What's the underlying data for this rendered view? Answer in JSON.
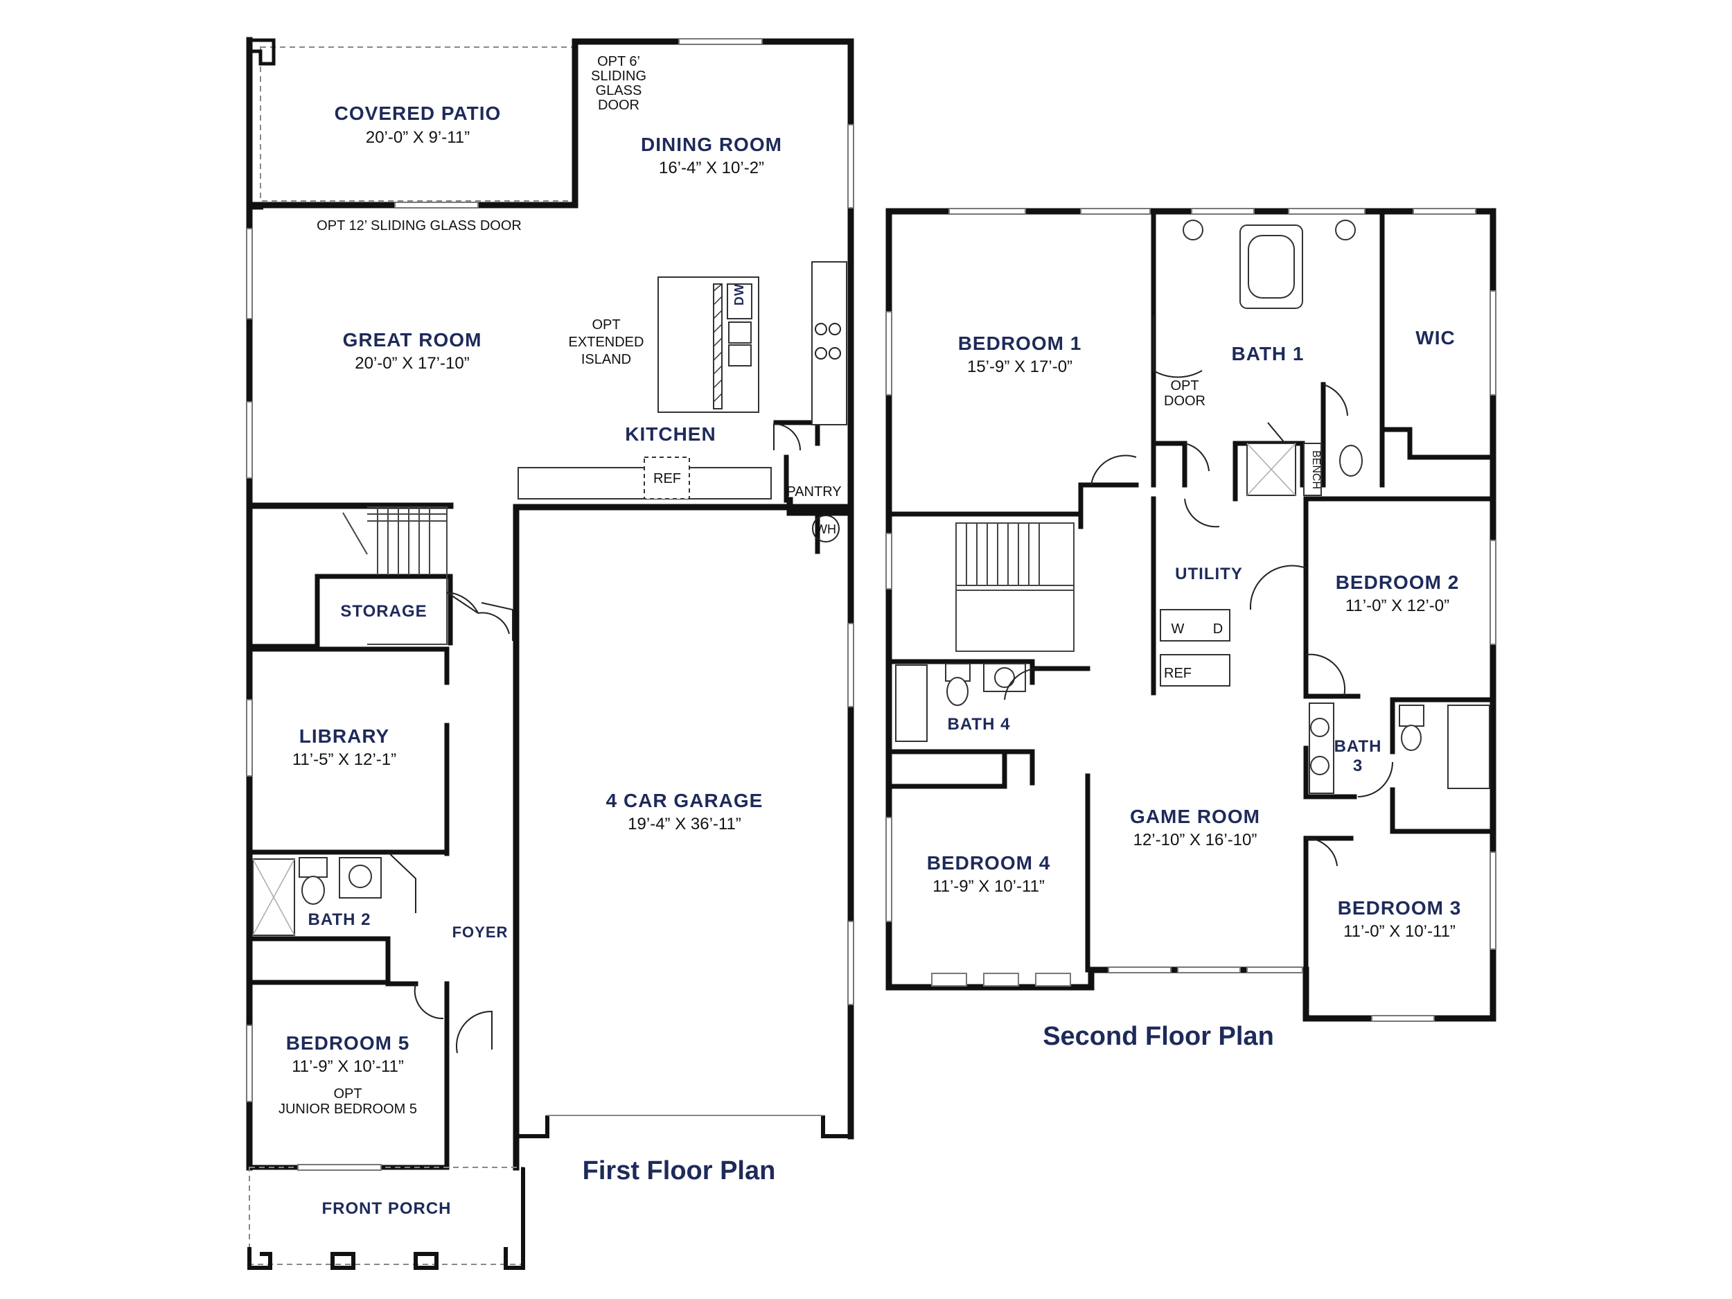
{
  "titles": {
    "first_floor": "First Floor Plan",
    "second_floor": "Second Floor Plan"
  },
  "colors": {
    "room_label": "#1e2a5a",
    "wall": "#111111",
    "background": "#ffffff"
  },
  "first_floor": {
    "covered_patio": {
      "name": "COVERED PATIO",
      "dims": "20’-0” X 9’-11”"
    },
    "dining_room": {
      "name": "DINING ROOM",
      "dims": "16’-4” X 10’-2”"
    },
    "opt_sliding_door_6": [
      "OPT 6’",
      "SLIDING",
      "GLASS",
      "DOOR"
    ],
    "opt_sliding_door_12": "OPT 12’ SLIDING GLASS DOOR",
    "great_room": {
      "name": "GREAT ROOM",
      "dims": "20’-0” X 17’-10”"
    },
    "opt_island": [
      "OPT",
      "EXTENDED",
      "ISLAND"
    ],
    "dw": "DW",
    "kitchen": {
      "name": "KITCHEN"
    },
    "ref": "REF",
    "pantry": "PANTRY",
    "wh": "WH",
    "storage": {
      "name": "STORAGE"
    },
    "library": {
      "name": "LIBRARY",
      "dims": "11’-5” X 12’-1”"
    },
    "garage": {
      "name": "4 CAR GARAGE",
      "dims": "19’-4” X 36’-11”"
    },
    "bath2": {
      "name": "BATH 2"
    },
    "foyer": {
      "name": "FOYER"
    },
    "bedroom5": {
      "name": "BEDROOM 5",
      "dims": "11’-9” X 10’-11”"
    },
    "opt_junior": [
      "OPT",
      "JUNIOR BEDROOM 5"
    ],
    "front_porch": {
      "name": "FRONT PORCH"
    }
  },
  "second_floor": {
    "bedroom1": {
      "name": "BEDROOM 1",
      "dims": "15’-9” X 17’-0”"
    },
    "bath1": {
      "name": "BATH 1"
    },
    "wic": {
      "name": "WIC"
    },
    "opt_door": [
      "OPT",
      "DOOR"
    ],
    "bench": "BENCH",
    "utility": {
      "name": "UTILITY"
    },
    "washer": "W",
    "dryer": "D",
    "ref": "REF",
    "bedroom2": {
      "name": "BEDROOM 2",
      "dims": "11’-0” X 12’-0”"
    },
    "bath4": {
      "name": "BATH 4"
    },
    "bath3": {
      "name_line1": "BATH",
      "name_line2": "3"
    },
    "game_room": {
      "name": "GAME ROOM",
      "dims": "12’-10” X 16’-10”"
    },
    "bedroom4": {
      "name": "BEDROOM 4",
      "dims": "11’-9” X 10’-11”"
    },
    "bedroom3": {
      "name": "BEDROOM 3",
      "dims": "11’-0” X 10’-11”"
    }
  }
}
